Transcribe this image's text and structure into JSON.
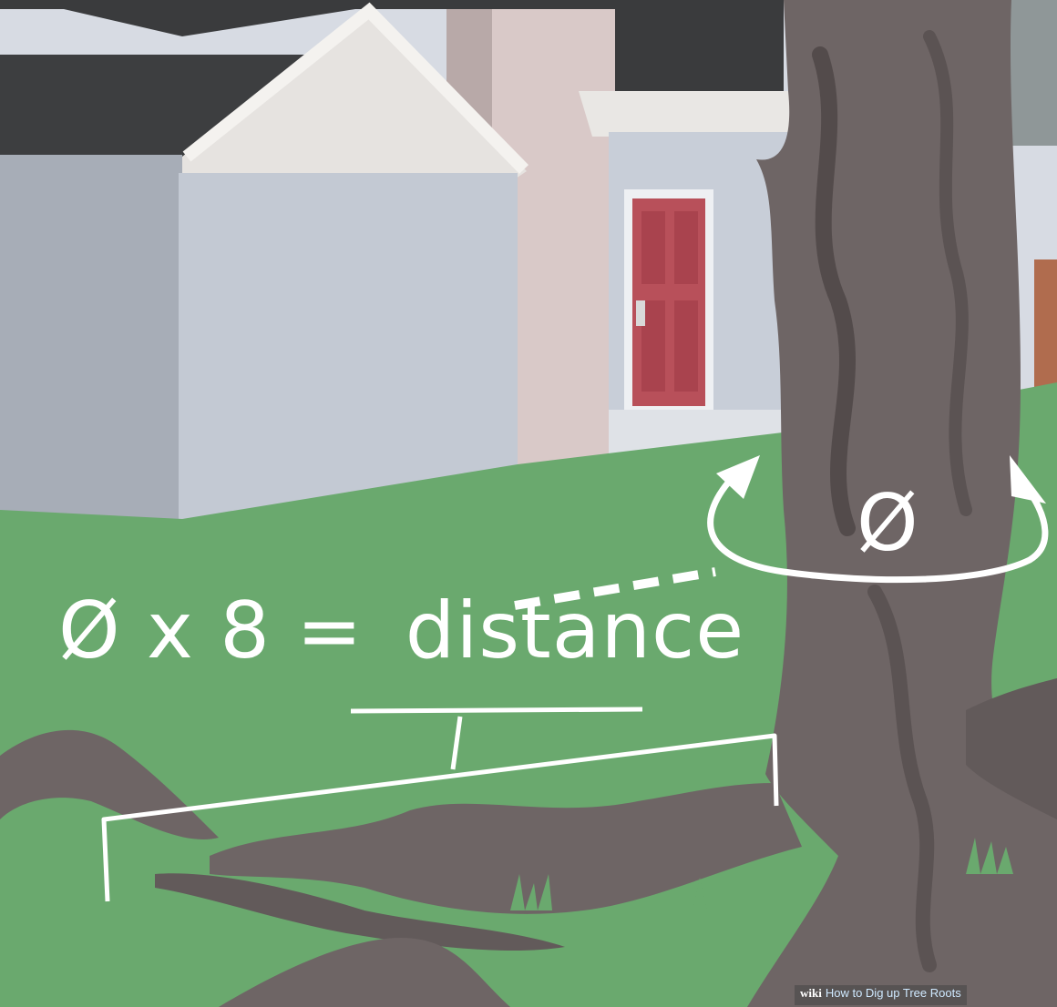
{
  "illustration": {
    "formula": {
      "diameter_symbol": "Ø",
      "times": "x",
      "multiplier": "8",
      "equals": "=",
      "result": "distance"
    },
    "diameter_label": "Ø",
    "watermark": {
      "brand": "wiki",
      "title": "How to Dig up Tree Roots"
    },
    "colors": {
      "grass": "#6aa96e",
      "tree_bark": "#6e6565",
      "house_wall": "#c9ced8",
      "door": "#b8505a",
      "roof": "#3a3b3d",
      "annotation": "#ffffff"
    }
  }
}
